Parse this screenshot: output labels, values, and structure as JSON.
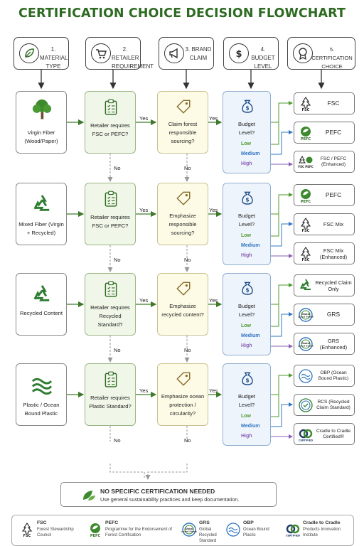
{
  "title": "CERTIFICATION CHOICE DECISION FLOWCHART",
  "headers": [
    {
      "icon": "leaf-icon",
      "label": "1. MATERIAL TYPE"
    },
    {
      "icon": "cart-icon",
      "label": "2. RETAILER REQUIREMENT"
    },
    {
      "icon": "megaphone-icon",
      "label": "3. BRAND CLAIM"
    },
    {
      "icon": "dollar-icon",
      "label": "4. BUDGET LEVEL"
    },
    {
      "icon": "badge-icon",
      "label": "5. CERTIFICATION CHOICE"
    }
  ],
  "rows": [
    {
      "material": "Virgin Fiber (Wood/Paper)",
      "material_icon": "tree-icon",
      "retailer": "Retailer requires FSC or PEFC?",
      "claim": "Claim forest responsible sourcing?",
      "budget": "Budget Level?",
      "outputs": [
        {
          "label": "FSC",
          "icon": "fsc-logo-icon"
        },
        {
          "label": "PEFC",
          "icon": "pefc-logo-icon"
        },
        {
          "label": "FSC / PEFC (Enhanced)",
          "icon": "fsc-pefc-logo-icon"
        }
      ]
    },
    {
      "material": "Mixed Fiber (Virgin + Recycled)",
      "material_icon": "recycle-icon",
      "retailer": "Retailer requires FSC or PEFC?",
      "claim": "Emphasize responsible sourcing?",
      "budget": "Budget Level?",
      "outputs": [
        {
          "label": "PEFC",
          "icon": "pefc-logo-icon"
        },
        {
          "label": "FSC Mix",
          "icon": "fsc-logo-icon"
        },
        {
          "label": "FSC Mix (Enhanced)",
          "icon": "fsc-logo-icon"
        }
      ]
    },
    {
      "material": "Recycled Content",
      "material_icon": "recycle-icon",
      "retailer": "Retailer requires Recycled Standard?",
      "claim": "Emphasize recycled content?",
      "budget": "Budget Level?",
      "outputs": [
        {
          "label": "Recycled Claim Only",
          "icon": "recycle-icon"
        },
        {
          "label": "GRS",
          "icon": "grs-logo-icon"
        },
        {
          "label": "GRS (Enhanced)",
          "icon": "grs-logo-icon"
        }
      ]
    },
    {
      "material": "Plastic / Ocean Bound Plastic",
      "material_icon": "waves-icon",
      "retailer": "Retailer requires Plastic Standard?",
      "claim": "Emphasize ocean protection / circularity?",
      "budget": "Budget Level?",
      "outputs": [
        {
          "label": "OBP (Ocean Bound Plastic)",
          "icon": "obp-logo-icon"
        },
        {
          "label": "RCS (Recycled Claim Standard)",
          "icon": "rcs-logo-icon"
        },
        {
          "label": "Cradle to Cradle Certified®",
          "icon": "c2c-logo-icon"
        }
      ]
    }
  ],
  "badge_logos": {
    "fsc": "FSC",
    "pefc": "PEFC",
    "grs": "Global Recycled Standard",
    "c2c": "CERTIFIED"
  },
  "levels": {
    "low": "Low",
    "medium": "Medium",
    "high": "High"
  },
  "yes": "Yes",
  "no": "No",
  "fallback": {
    "title": "NO SPECIFIC CERTIFICATION NEEDED",
    "subtitle": "Use general sustainability practices and keep documentation."
  },
  "legend": [
    {
      "abbr": "FSC",
      "name": "Forest Stewardship Council",
      "icon": "fsc-logo-icon"
    },
    {
      "abbr": "PEFC",
      "name": "Programme for the Endorsement of Forest Certification",
      "icon": "pefc-logo-icon"
    },
    {
      "abbr": "GRS",
      "name": "Global Recycled Standard",
      "icon": "grs-logo-icon"
    },
    {
      "abbr": "OBP",
      "name": "Ocean Bound Plastic",
      "icon": "obp-logo-icon"
    },
    {
      "abbr": "Cradle to Cradle",
      "name": "Products Innovation Institute",
      "icon": "c2c-logo-icon"
    }
  ],
  "colors": {
    "title": "#2e6b22",
    "yes_arrow": "#3d7a2a",
    "low": "#4d9a2e",
    "medium": "#2f74c0",
    "high": "#8a5fb5"
  }
}
